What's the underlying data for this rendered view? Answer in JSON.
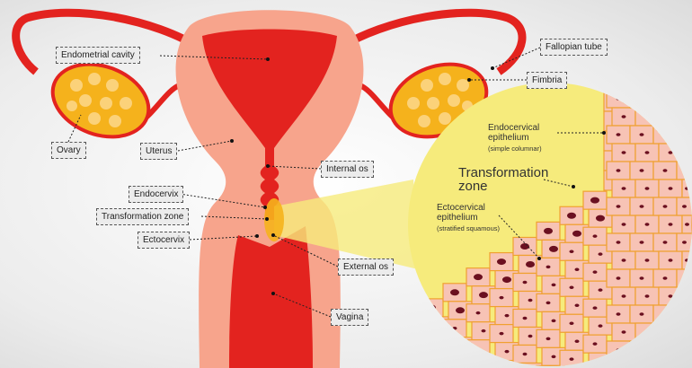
{
  "labels": {
    "endometrial_cavity": "Endometrial cavity",
    "fallopian_tube": "Fallopian tube",
    "fimbria": "Fimbria",
    "ovary": "Ovary",
    "uterus": "Uterus",
    "internal_os": "Internal os",
    "endocervix": "Endocervix",
    "transformation_zone": "Transformation zone",
    "ectocervix": "Ectocervix",
    "external_os": "External os",
    "vagina": "Vagina"
  },
  "zoom_view": {
    "endocervical_title": "Endocervical epithelium",
    "endocervical_sub": "(simple columnar)",
    "tz_title": "Transformation zone",
    "ectocervical_title": "Ectocervical epithelium",
    "ectocervical_sub": "(stratified squamous)"
  },
  "colors": {
    "red": "#e3231f",
    "pink": "#f7a48c",
    "yellow": "#f6eb7c",
    "ovary": "#f5b21c",
    "cell": "#f7c3b5"
  }
}
